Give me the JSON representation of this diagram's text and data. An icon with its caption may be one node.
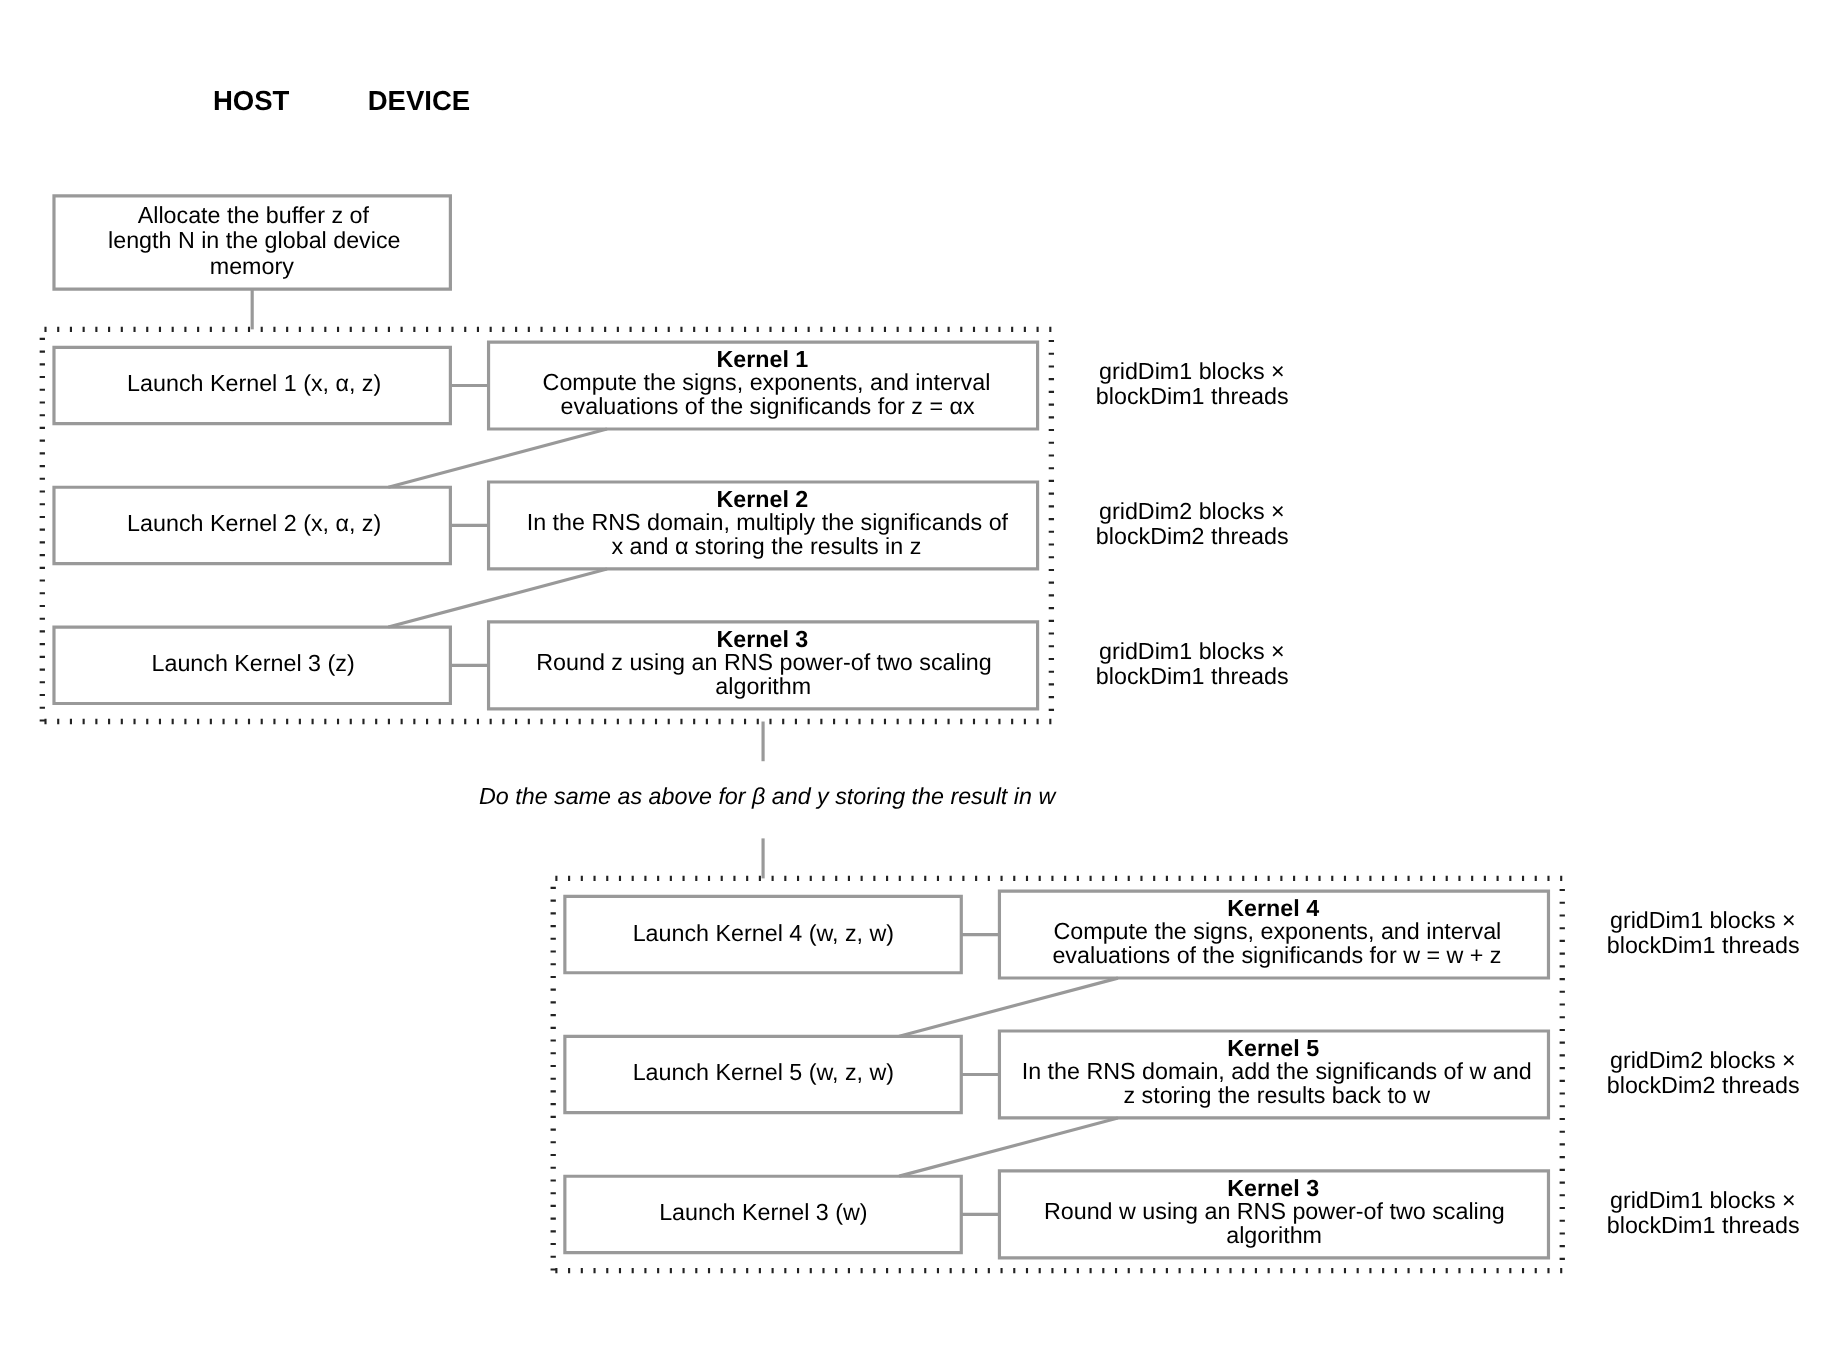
{
  "diagram": {
    "nodes": [
      {
        "text": [
          "Allocate the buffer z of length N in the global device memory"
        ]
      },
      {
        "text": [],
        "shape": "box"
      },
      {
        "text": [
          "Launch Kernel 1 (x, α, z)"
        ],
        "in": 1
      },
      {
        "text": [
          "Kernel 1",
          "Compute the signs, exponents, and interval evaluations of the significands for z = αx"
        ],
        "in": 1,
        "beside": [
          "gridDim1 blocks × blockDim1 threads"
        ]
      },
      {
        "text": [
          "Launch Kernel 2 (x, α, z)"
        ],
        "in": 1
      },
      {
        "text": [
          "Kernel 2",
          "In the RNS domain, multiply the significands of x and α storing the results in z"
        ],
        "in": 1,
        "beside": [
          "gridDim2 blocks × blockDim2 threads"
        ]
      },
      {
        "text": [
          "Launch Kernel 3 (z)"
        ],
        "in": 1
      },
      {
        "text": [
          "Kernel 3",
          "Round z using an RNS power-of two scaling algorithm"
        ],
        "in": 1,
        "beside": [
          "gridDim1 blocks × blockDim1 threads"
        ]
      },
      {
        "text": [
          "Do the same as above for β and y storing the result in w"
        ]
      },
      {
        "text": [],
        "shape": "box"
      },
      {
        "text": [
          "Launch Kernel 4 (w, z, w)"
        ],
        "in": 9
      },
      {
        "text": [
          "Kernel 4",
          "Compute the signs, exponents, and interval evaluations of the significands for w = w + z"
        ],
        "in": 9,
        "beside": [
          "gridDim1 blocks × blockDim1 threads"
        ]
      },
      {
        "text": [
          "Launch Kernel 5 (w, z, w)"
        ],
        "in": 9
      },
      {
        "text": [
          "Kernel 5",
          "In the RNS domain, add the significands of w and z storing the results back to w"
        ],
        "in": 9,
        "beside": [
          "gridDim2 blocks × blockDim2 threads"
        ]
      },
      {
        "text": [
          "Launch Kernel 3 (w)"
        ],
        "in": 9
      },
      {
        "text": [
          "Kernel 3",
          "Round w using an RNS power-of two scaling algorithm"
        ],
        "in": 9,
        "beside": [
          "gridDim1 blocks × blockDim1 threads"
        ]
      }
    ],
    "edges": [
      {
        "from": 0,
        "to": 1,
        "arrow": "none"
      },
      {
        "from": 2,
        "to": 3,
        "arrow": "none"
      },
      {
        "from": 3,
        "to": 4,
        "arrow": "none"
      },
      {
        "from": 4,
        "to": 5,
        "arrow": "none"
      },
      {
        "from": 5,
        "to": 6,
        "arrow": "none"
      },
      {
        "from": 6,
        "to": 7,
        "arrow": "none"
      },
      {
        "from": 1,
        "to": 8,
        "arrow": "none"
      },
      {
        "from": 8,
        "to": 9,
        "arrow": "none"
      },
      {
        "from": 10,
        "to": 11,
        "arrow": "none"
      },
      {
        "from": 11,
        "to": 12,
        "arrow": "none"
      },
      {
        "from": 12,
        "to": 13,
        "arrow": "none"
      },
      {
        "from": 13,
        "to": 14,
        "arrow": "none"
      },
      {
        "from": 14,
        "to": 15,
        "arrow": "none"
      }
    ],
    "labels": [
      "HOST",
      "DEVICE"
    ]
  }
}
